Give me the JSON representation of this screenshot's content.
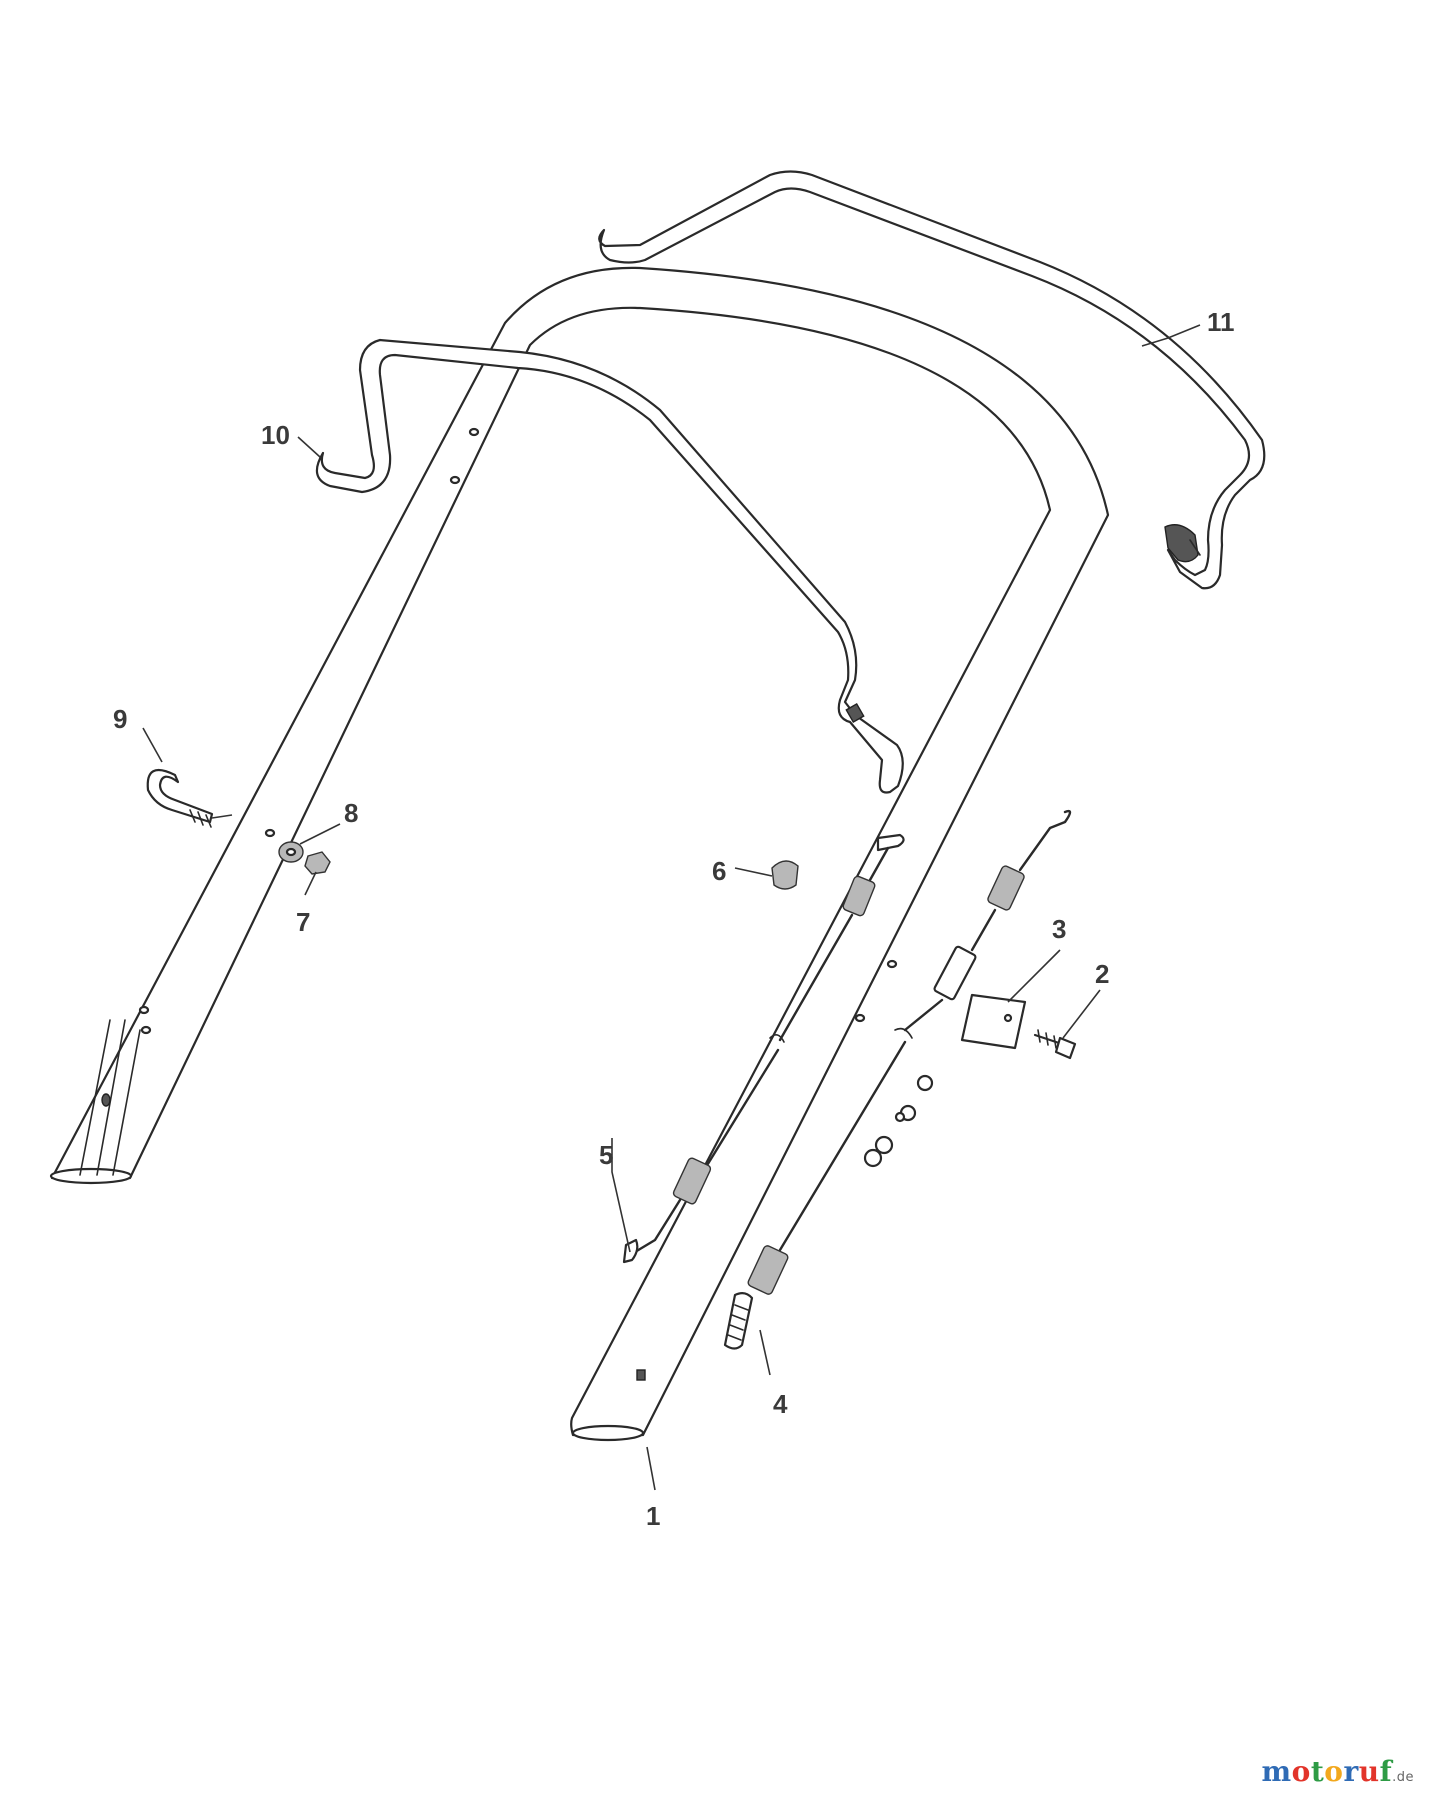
{
  "callouts": [
    {
      "id": "1",
      "label": "1"
    },
    {
      "id": "2",
      "label": "2"
    },
    {
      "id": "3",
      "label": "3"
    },
    {
      "id": "4",
      "label": "4"
    },
    {
      "id": "5",
      "label": "5"
    },
    {
      "id": "6",
      "label": "6"
    },
    {
      "id": "7",
      "label": "7"
    },
    {
      "id": "8",
      "label": "8"
    },
    {
      "id": "9",
      "label": "9"
    },
    {
      "id": "10",
      "label": "10"
    },
    {
      "id": "11",
      "label": "11"
    }
  ],
  "watermark": {
    "letters": [
      "m",
      "o",
      "t",
      "o",
      "r",
      "u",
      "f"
    ],
    "letter_colors": [
      "#2f6bb5",
      "#e2342a",
      "#2e9b45",
      "#f2a81d",
      "#2f6bb5",
      "#e2342a",
      "#2e9b45"
    ],
    "tld": ".de"
  },
  "colors": {
    "line": "#2a2a2a",
    "label": "#3a3a3a",
    "background": "#ffffff"
  }
}
